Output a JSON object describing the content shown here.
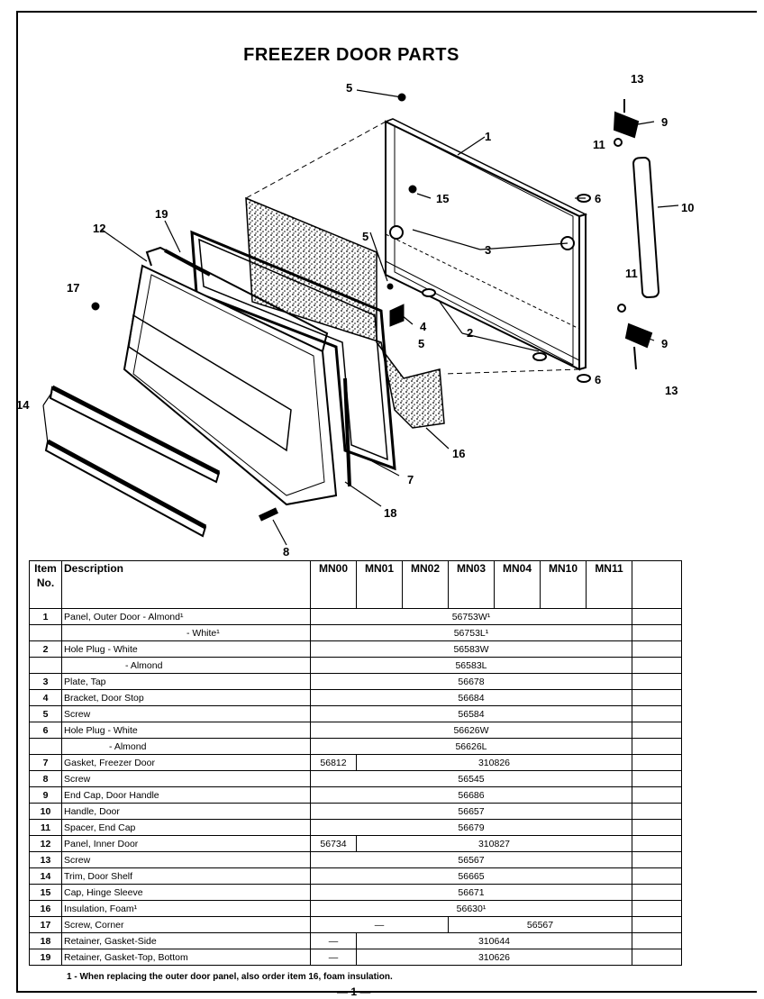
{
  "title": "FREEZER DOOR PARTS",
  "callouts": {
    "c1": "1",
    "c2": "2",
    "c3": "3",
    "c4": "4",
    "c5a": "5",
    "c5b": "5",
    "c5c": "5",
    "c6a": "6",
    "c6b": "6",
    "c7": "7",
    "c8": "8",
    "c9a": "9",
    "c9b": "9",
    "c10": "10",
    "c11a": "11",
    "c11b": "11",
    "c12": "12",
    "c13a": "13",
    "c13b": "13",
    "c14": "14",
    "c15": "15",
    "c16": "16",
    "c17": "17",
    "c18": "18",
    "c19": "19"
  },
  "table": {
    "header_num": "Item No.",
    "header_num_l1": "Item",
    "header_num_l2": "No.",
    "header_desc": "Description",
    "models": [
      "MN00",
      "MN01",
      "MN02",
      "MN03",
      "MN04",
      "MN10",
      "MN11"
    ],
    "rows": [
      {
        "num": "1",
        "desc": "Panel, Outer Door - Almond¹",
        "part": "56753W¹"
      },
      {
        "num": "",
        "desc": "- White¹",
        "part": "56753L¹"
      },
      {
        "num": "2",
        "desc": "Hole Plug - White",
        "part": "56583W"
      },
      {
        "num": "",
        "desc": "- Almond",
        "part": "56583L"
      },
      {
        "num": "3",
        "desc": "Plate, Tap",
        "part": "56678"
      },
      {
        "num": "4",
        "desc": "Bracket, Door Stop",
        "part": "56684"
      },
      {
        "num": "5",
        "desc": "Screw",
        "part": "56584"
      },
      {
        "num": "6",
        "desc": "Hole Plug - White",
        "part": "56626W"
      },
      {
        "num": "",
        "desc": "- Almond",
        "part": "56626L"
      },
      {
        "num": "7",
        "desc": "Gasket, Freezer Door",
        "first": "56812",
        "rest": "310826"
      },
      {
        "num": "8",
        "desc": "Screw",
        "part": "56545"
      },
      {
        "num": "9",
        "desc": "End Cap, Door Handle",
        "part": "56686"
      },
      {
        "num": "10",
        "desc": "Handle, Door",
        "part": "56657"
      },
      {
        "num": "11",
        "desc": "Spacer, End Cap",
        "part": "56679"
      },
      {
        "num": "12",
        "desc": "Panel, Inner Door",
        "first": "56734",
        "rest": "310827"
      },
      {
        "num": "13",
        "desc": "Screw",
        "part": "56567"
      },
      {
        "num": "14",
        "desc": "Trim, Door Shelf",
        "part": "56665"
      },
      {
        "num": "15",
        "desc": "Cap, Hinge Sleeve",
        "part": "56671"
      },
      {
        "num": "16",
        "desc": "Insulation, Foam¹",
        "part": "56630¹"
      },
      {
        "num": "17",
        "desc": "Screw, Corner",
        "left": "—",
        "right": "56567"
      },
      {
        "num": "18",
        "desc": "Retainer, Gasket-Side",
        "first": "—",
        "rest": "310644"
      },
      {
        "num": "19",
        "desc": "Retainer, Gasket-Top, Bottom",
        "first": "—",
        "rest": "310626"
      }
    ]
  },
  "footnote": "1 - When replacing the outer door panel, also order item 16, foam insulation.",
  "page_number": "— 1 —"
}
